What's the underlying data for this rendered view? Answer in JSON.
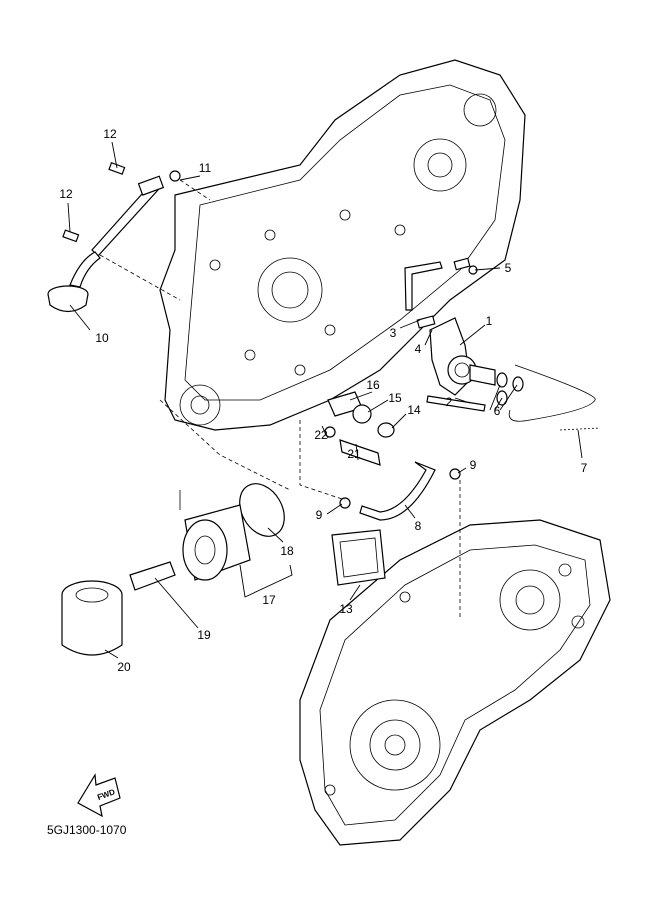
{
  "diagram_code": "5GJ1300-1070",
  "fwd_label": "FWD",
  "callouts": [
    "12",
    "11",
    "12",
    "10",
    "5",
    "3",
    "1",
    "4",
    "16",
    "15",
    "14",
    "2",
    "6",
    "7",
    "22",
    "21",
    "9",
    "9",
    "8",
    "18",
    "17",
    "13",
    "19",
    "20"
  ]
}
